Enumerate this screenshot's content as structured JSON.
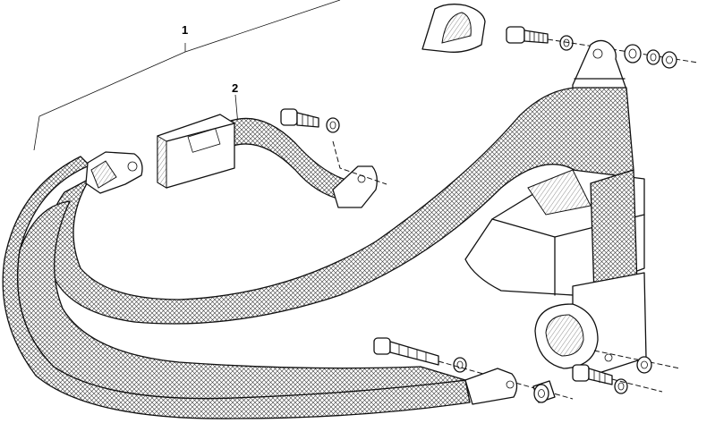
{
  "callouts": [
    {
      "id": "1",
      "label": "1"
    },
    {
      "id": "2",
      "label": "2"
    }
  ],
  "icons": {
    "exploded-view": "seat-belt-assembly",
    "parts": [
      "belt-webbing",
      "buckle-tongue",
      "retractor",
      "pillar-anchor",
      "trim-cap",
      "bolt",
      "washer",
      "spacer-bushing"
    ]
  }
}
